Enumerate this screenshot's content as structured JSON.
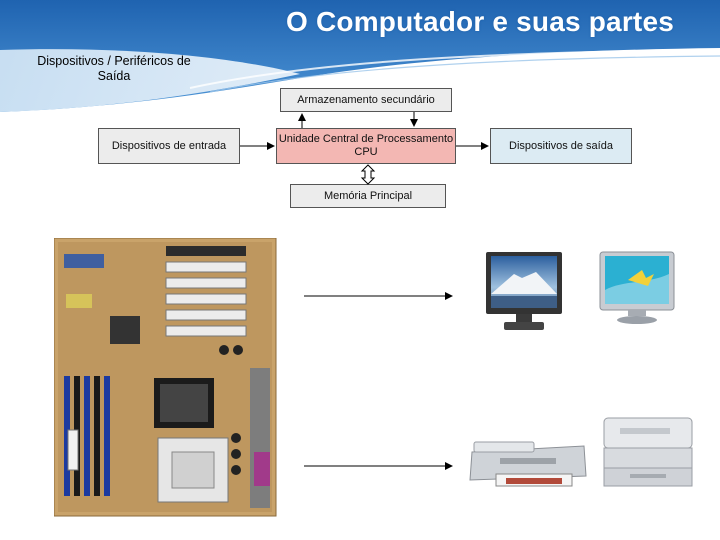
{
  "slide": {
    "title": "O Computador e suas partes",
    "subtitle": "Dispositivos / Periféricos de Saída"
  },
  "diagram": {
    "storage": "Armazenamento secundário",
    "input": "Dispositivos de entrada",
    "cpu": "Unidade Central de Processamento CPU",
    "output": "Dispositivos de saída",
    "memory": "Memória Principal"
  },
  "colors": {
    "header_blue": "#2f7cc4",
    "cpu_box": "#f3b7b3",
    "output_box": "#dcebf3"
  },
  "icons": [
    "motherboard-image",
    "lcd-monitor-icon",
    "monitor-icon",
    "inkjet-printer-icon",
    "laser-printer-icon"
  ]
}
